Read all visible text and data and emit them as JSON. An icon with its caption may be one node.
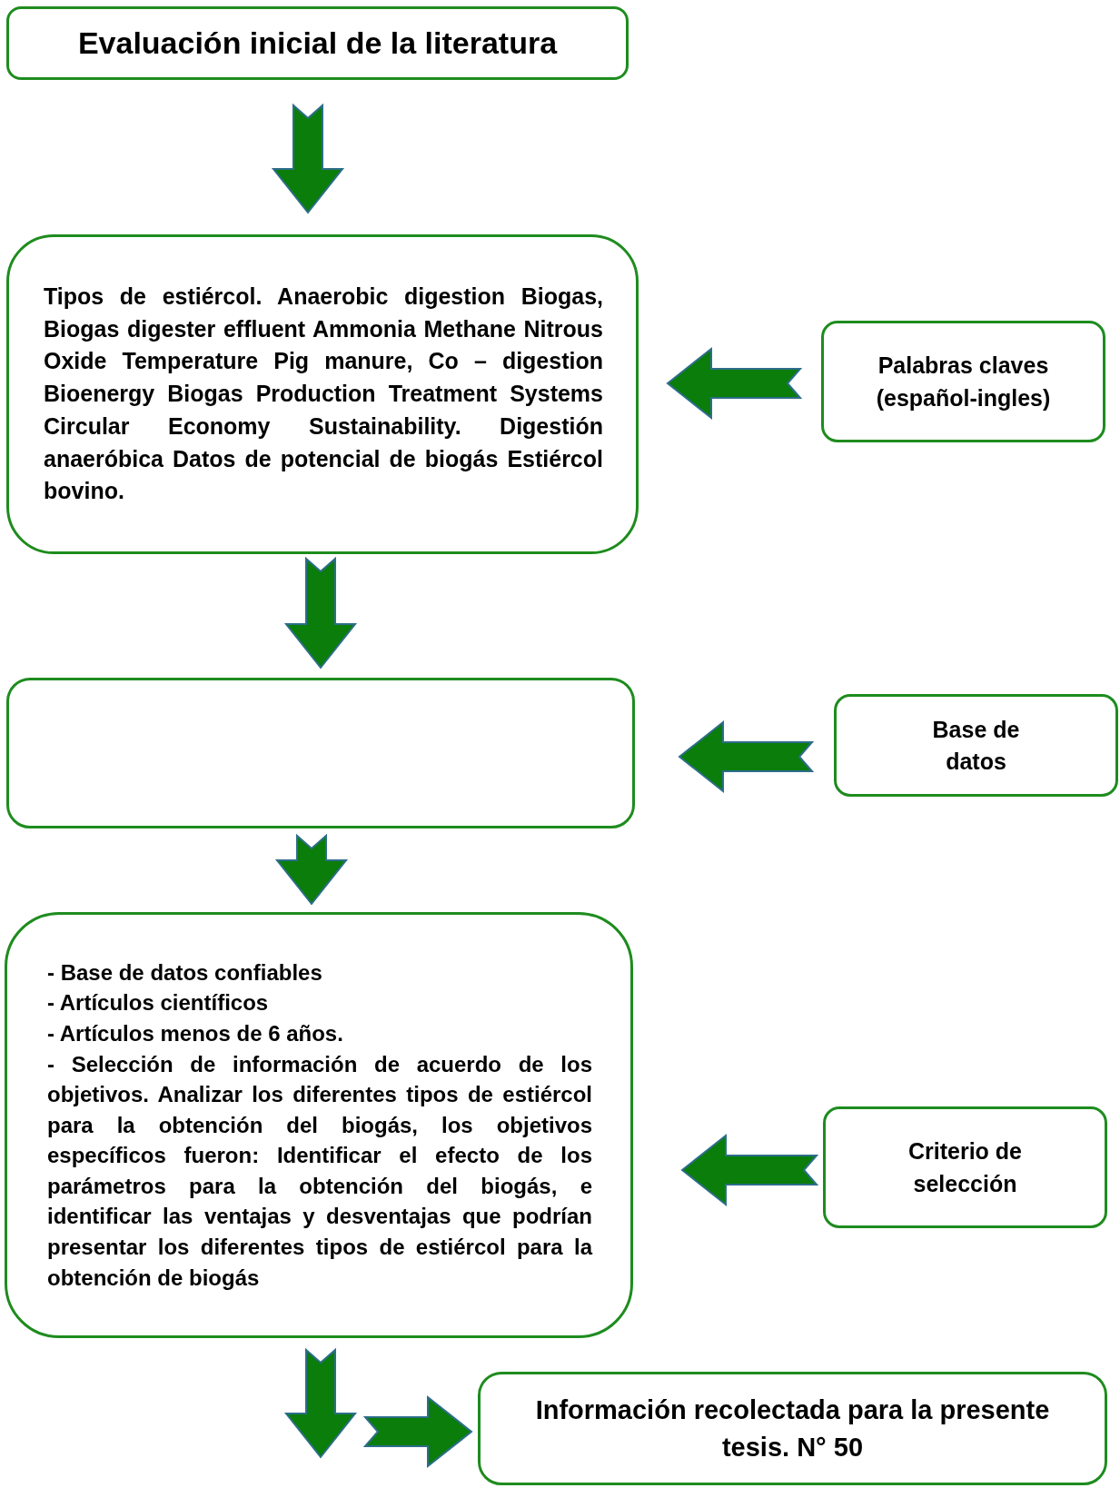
{
  "diagram": {
    "nodes": [
      {
        "text": [
          "Evaluación inicial de la literatura"
        ]
      },
      {
        "text": [
          "Tipos de estiércol. Anaerobic digestion Biogas, Biogas digester effluent Ammonia Methane Nitrous Oxide Temperature Pig manure, Co – digestion Bioenergy Biogas Production Treatment Systems Circular Economy Sustainability. Digestión anaeróbica Datos de potencial de biogás Estiércol bovino."
        ]
      },
      {
        "text": [
          "Palabras claves (español-ingles)"
        ]
      },
      {
        "text": [],
        "shape": "box"
      },
      {
        "text": [
          "Base de datos"
        ]
      },
      {
        "text": [
          "- Base de datos confiables",
          "- Artículos científicos",
          "- Artículos menos de 6 años.",
          "- Selección de información de acuerdo de los objetivos. Analizar los diferentes tipos de estiércol para la obtención del biogás, los objetivos específicos fueron: Identificar el efecto de los parámetros para la obtención del biogás, e identificar las ventajas y desventajas que podrían presentar los diferentes tipos de estiércol para la obtención de biogás"
        ]
      },
      {
        "text": [
          "Criterio de selección"
        ]
      },
      {
        "text": [
          "Información recolectada para la presente tesis. N° 50"
        ]
      }
    ],
    "edges": [
      {
        "from": 0,
        "to": 1,
        "arrow": "to"
      },
      {
        "from": 2,
        "to": 1,
        "arrow": "to"
      },
      {
        "from": 1,
        "to": 3,
        "arrow": "to"
      },
      {
        "from": 4,
        "to": 3,
        "arrow": "to"
      },
      {
        "from": 3,
        "to": 5,
        "arrow": "to"
      },
      {
        "from": 6,
        "to": 5,
        "arrow": "to"
      },
      {
        "from": 5,
        "to": null,
        "arrow": "to"
      },
      {
        "from": null,
        "to": 7,
        "arrow": "to"
      }
    ]
  }
}
